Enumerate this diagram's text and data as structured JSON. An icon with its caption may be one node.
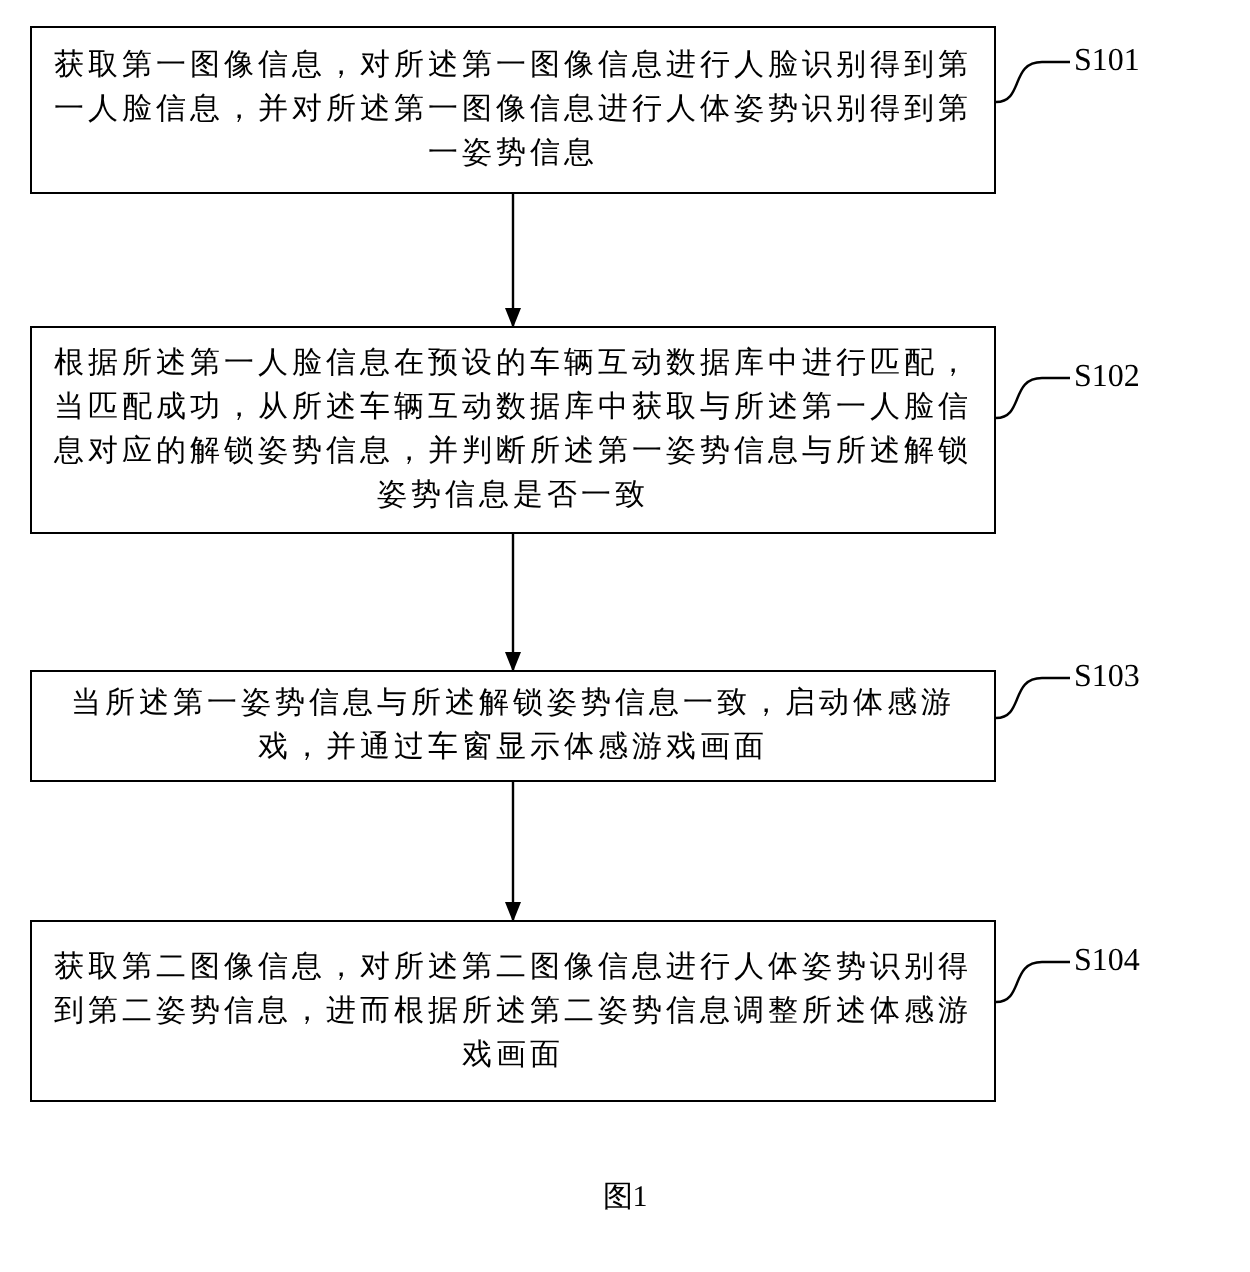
{
  "diagram": {
    "caption": "图1",
    "nodes": [
      {
        "text": [
          "获取第一图像信息，对所述第一图像信息进行人脸识别得到第一人脸信息，并对所述第一图像信息进行人体姿势识别得到第一姿势信息"
        ]
      },
      {
        "text": [
          "S101"
        ]
      },
      {
        "text": [
          "根据所述第一人脸信息在预设的车辆互动数据库中进行匹配，当匹配成功，从所述车辆互动数据库中获取与所述第一人脸信息对应的解锁姿势信息，并判断所述第一姿势信息与所述解锁姿势信息是否一致"
        ]
      },
      {
        "text": [
          "S102"
        ]
      },
      {
        "text": [
          "当所述第一姿势信息与所述解锁姿势信息一致，启动体感游戏，并通过车窗显示体感游戏画面"
        ]
      },
      {
        "text": [
          "S103"
        ]
      },
      {
        "text": [
          "获取第二图像信息，对所述第二图像信息进行人体姿势识别得到第二姿势信息，进而根据所述第二姿势信息调整所述体感游戏画面"
        ]
      },
      {
        "text": [
          "S104"
        ]
      }
    ],
    "edges": [
      {
        "from": 0,
        "to": 2,
        "arrow": "to"
      },
      {
        "from": 2,
        "to": 4,
        "arrow": "to"
      },
      {
        "from": 4,
        "to": 6,
        "arrow": "to"
      },
      {
        "from": 1,
        "to": 0,
        "arrow": "none"
      },
      {
        "from": 3,
        "to": 2,
        "arrow": "none"
      },
      {
        "from": 5,
        "to": 4,
        "arrow": "none"
      },
      {
        "from": 7,
        "to": 6,
        "arrow": "none"
      }
    ]
  }
}
